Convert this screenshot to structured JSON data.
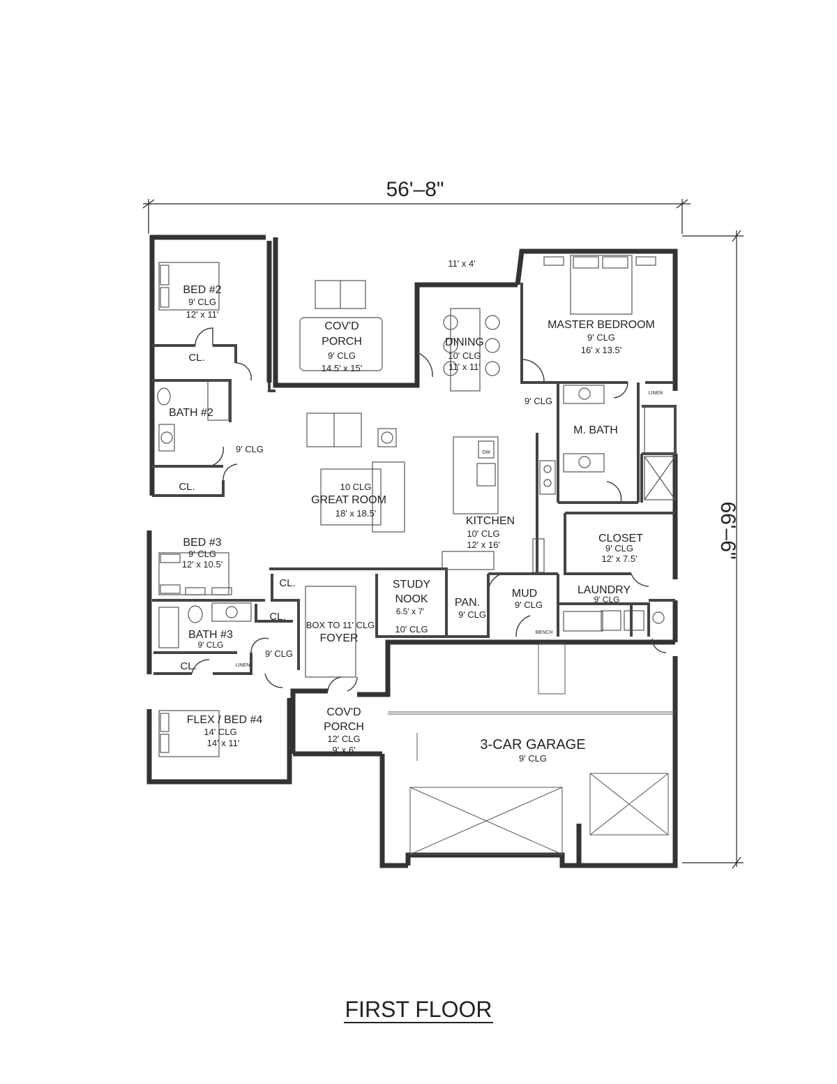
{
  "dimensions": {
    "width": "56'–8\"",
    "depth": "66'–6\""
  },
  "rooms": {
    "porch_back": {
      "name_1": "COV'D",
      "name_2": "PORCH",
      "ceiling": "9' CLG",
      "size": "14.5' x 15'"
    },
    "patio": {
      "size": "11' x 4'"
    },
    "dining": {
      "name": "DINING",
      "ceiling": "10' CLG",
      "size": "11' x 11'"
    },
    "master_bedroom": {
      "name": "MASTER BEDROOM",
      "ceiling": "9' CLG",
      "size": "16' x 13.5'"
    },
    "bed2": {
      "name": "BED #2",
      "ceiling": "9' CLG",
      "size": "12' x 11'"
    },
    "bed2_closet": {
      "name": "CL."
    },
    "bath2": {
      "name": "BATH #2"
    },
    "hall": {
      "ceiling": "9' CLG"
    },
    "hall_closet": {
      "name": "CL."
    },
    "great_room": {
      "name": "GREAT ROOM",
      "ceiling": "10 CLG",
      "size": "18' x 18.5'"
    },
    "kitchen": {
      "name": "KITCHEN",
      "ceiling": "10' CLG",
      "size": "12' x 16'",
      "dw": "DW"
    },
    "master_hall": {
      "ceiling": "9' CLG"
    },
    "master_bath": {
      "name": "M. BATH",
      "linen": "LINEN"
    },
    "closet": {
      "name": "CLOSET",
      "ceiling": "9' CLG",
      "size": "12' x 7.5'"
    },
    "bed3": {
      "name": "BED #3",
      "ceiling": "9' CLG",
      "size": "12' x 10.5'"
    },
    "study_nook": {
      "name_1": "STUDY",
      "name_2": "NOOK",
      "size": "6.5' x 7'",
      "ceiling": "10' CLG"
    },
    "pantry": {
      "name": "PAN.",
      "ceiling": "9' CLG"
    },
    "mud": {
      "name": "MUD",
      "ceiling": "9' CLG",
      "bench": "BENCH"
    },
    "laundry": {
      "name": "LAUNDRY",
      "ceiling": "9' CLG"
    },
    "foyer_closet": {
      "name": "CL."
    },
    "foyer": {
      "ceiling": "BOX TO 11' CLG",
      "name": "FOYER"
    },
    "bath3": {
      "name": "BATH #3",
      "ceiling": "9' CLG",
      "linen": "LINEN"
    },
    "bath3_closet": {
      "name": "CL."
    },
    "bed3_hall": {
      "ceiling": "9' CLG"
    },
    "bed4_closet": {
      "name": "CL."
    },
    "flex": {
      "name": "FLEX / BED #4",
      "ceiling": "14' CLG",
      "size": "14' x 11'"
    },
    "porch_front": {
      "name_1": "COV'D",
      "name_2": "PORCH",
      "ceiling": "12' CLG",
      "size": "9' x 6'"
    },
    "garage": {
      "name": "3-CAR GARAGE",
      "ceiling": "9' CLG"
    }
  },
  "floor_title": "FIRST FLOOR"
}
